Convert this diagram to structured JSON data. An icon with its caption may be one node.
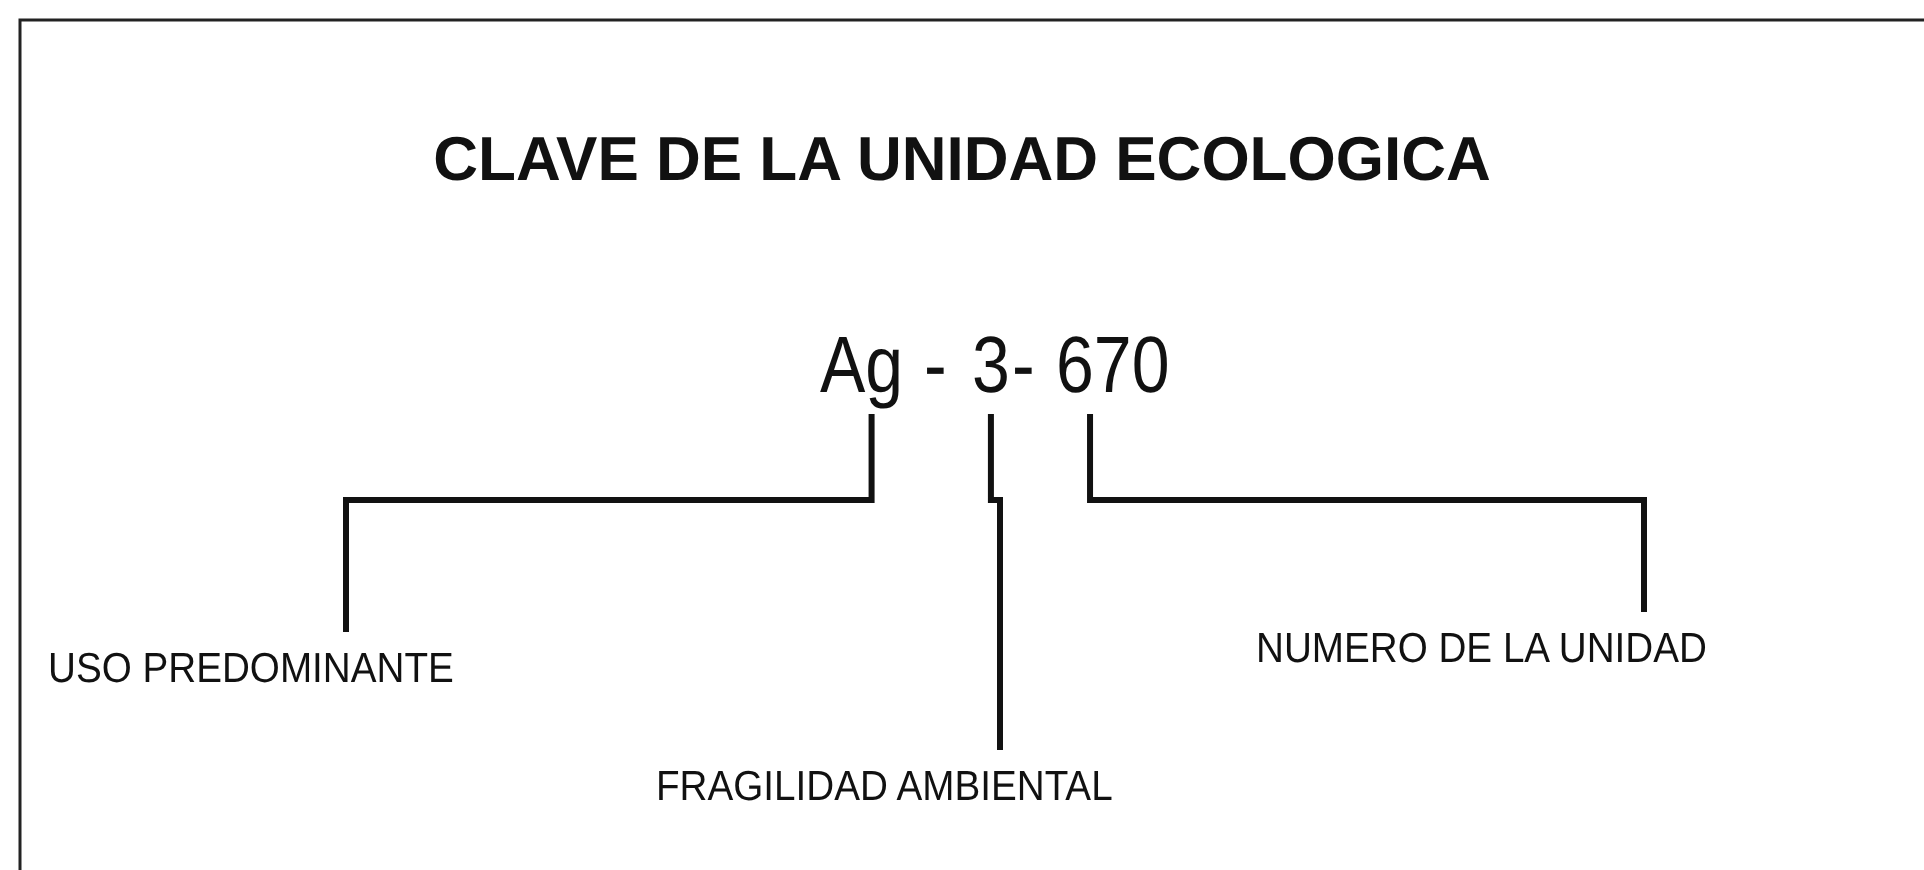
{
  "diagram": {
    "title": "CLAVE DE LA UNIDAD ECOLOGICA",
    "nodes": [
      {
        "text": [
          "Ag"
        ]
      },
      {
        "text": [
          "3"
        ]
      },
      {
        "text": [
          "670"
        ]
      },
      {
        "text": [
          "USO PREDOMINANTE"
        ]
      },
      {
        "text": [
          "FRAGILIDAD AMBIENTAL"
        ]
      },
      {
        "text": [
          "NUMERO DE LA UNIDAD"
        ]
      }
    ],
    "edges": [
      {
        "from": 0,
        "to": 3,
        "arrow": "none"
      },
      {
        "from": 1,
        "to": 4,
        "arrow": "none"
      },
      {
        "from": 2,
        "to": 5,
        "arrow": "none"
      }
    ],
    "labels": [
      "-",
      "-"
    ]
  }
}
